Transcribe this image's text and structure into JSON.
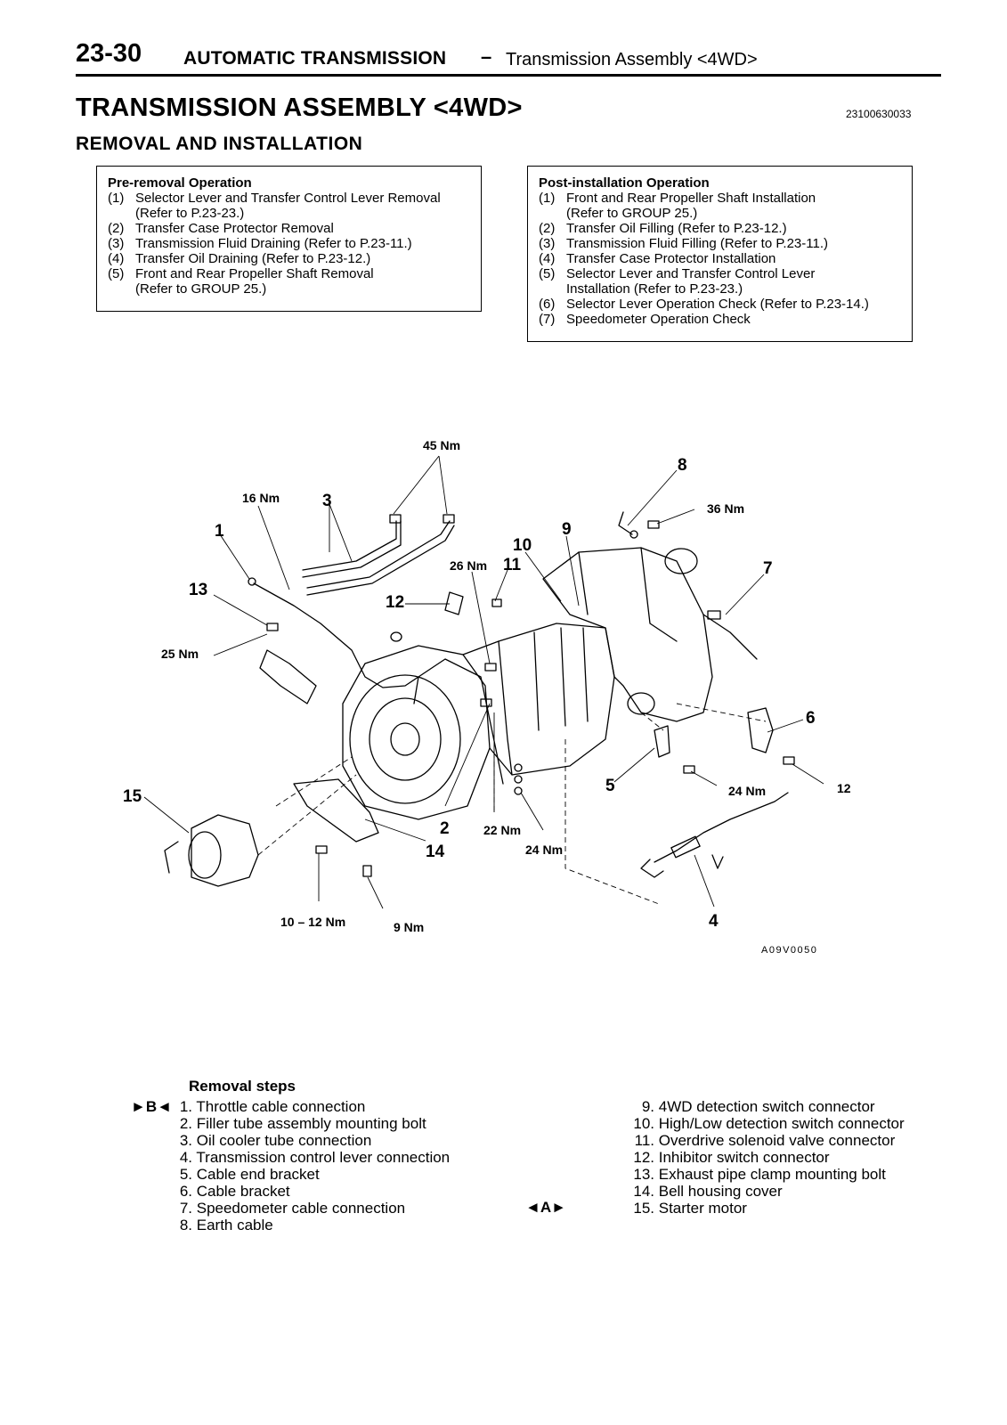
{
  "header": {
    "page_number": "23-30",
    "section": "AUTOMATIC TRANSMISSION",
    "separator": "–",
    "subsection": "Transmission Assembly <4WD>"
  },
  "title": "TRANSMISSION ASSEMBLY <4WD>",
  "document_number": "23100630033",
  "subtitle": "REMOVAL AND INSTALLATION",
  "pre_removal": {
    "heading": "Pre-removal Operation",
    "items": [
      {
        "num": "(1)",
        "text": "Selector Lever and Transfer Control Lever Removal\n(Refer to P.23-23.)"
      },
      {
        "num": "(2)",
        "text": "Transfer Case Protector Removal"
      },
      {
        "num": "(3)",
        "text": "Transmission Fluid Draining (Refer to P.23-11.)"
      },
      {
        "num": "(4)",
        "text": "Transfer Oil Draining (Refer to P.23-12.)"
      },
      {
        "num": "(5)",
        "text": "Front and Rear Propeller Shaft Removal\n(Refer to GROUP 25.)"
      }
    ]
  },
  "post_installation": {
    "heading": "Post-installation Operation",
    "items": [
      {
        "num": "(1)",
        "text": "Front and Rear Propeller Shaft Installation\n(Refer to GROUP 25.)"
      },
      {
        "num": "(2)",
        "text": "Transfer Oil Filling (Refer to P.23-12.)"
      },
      {
        "num": "(3)",
        "text": "Transmission Fluid Filling (Refer to P.23-11.)"
      },
      {
        "num": "(4)",
        "text": "Transfer Case Protector Installation"
      },
      {
        "num": "(5)",
        "text": "Selector Lever and Transfer Control Lever\nInstallation (Refer to P.23-23.)"
      },
      {
        "num": "(6)",
        "text": "Selector Lever Operation Check (Refer to P.23-14.)"
      },
      {
        "num": "(7)",
        "text": "Speedometer Operation Check"
      }
    ]
  },
  "figure": {
    "code": "A09V0050",
    "torque": {
      "t45": "45 Nm",
      "t16": "16 Nm",
      "t36": "36 Nm",
      "t26": "26 Nm",
      "t25": "25 Nm",
      "t24a": "24 Nm",
      "t12": "12 Nm",
      "t22": "22 Nm",
      "t24b": "24 Nm",
      "t1012": "10 – 12 Nm",
      "t9": "9 Nm"
    },
    "callouts": [
      "1",
      "2",
      "3",
      "4",
      "5",
      "6",
      "7",
      "8",
      "9",
      "10",
      "11",
      "12",
      "13",
      "14",
      "15"
    ]
  },
  "removal_steps": {
    "heading": "Removal steps",
    "marks": {
      "b": "►B◄",
      "a": "◄A►"
    },
    "items": [
      {
        "num": "1.",
        "text": "Throttle cable connection"
      },
      {
        "num": "2.",
        "text": "Filler tube assembly mounting bolt"
      },
      {
        "num": "3.",
        "text": "Oil cooler tube connection"
      },
      {
        "num": "4.",
        "text": "Transmission control lever connection"
      },
      {
        "num": "5.",
        "text": "Cable end bracket"
      },
      {
        "num": "6.",
        "text": "Cable bracket"
      },
      {
        "num": "7.",
        "text": "Speedometer cable connection"
      },
      {
        "num": "8.",
        "text": "Earth cable"
      },
      {
        "num": "9.",
        "text": "4WD detection switch connector"
      },
      {
        "num": "10.",
        "text": "High/Low detection switch connector"
      },
      {
        "num": "11.",
        "text": "Overdrive solenoid valve connector"
      },
      {
        "num": "12.",
        "text": "Inhibitor switch connector"
      },
      {
        "num": "13.",
        "text": "Exhaust pipe clamp mounting bolt"
      },
      {
        "num": "14.",
        "text": "Bell housing cover"
      },
      {
        "num": "15.",
        "text": "Starter motor"
      }
    ]
  }
}
